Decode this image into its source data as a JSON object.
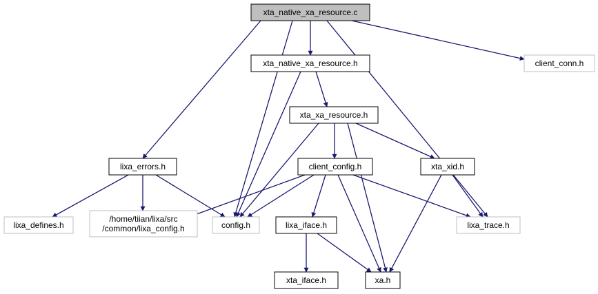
{
  "graph": {
    "colors": {
      "edge": "#191970",
      "root_fill": "#bfbfbf",
      "node_border": "#000000",
      "external_border": "#bfbfbf",
      "text": "#000000"
    },
    "nodes": [
      {
        "id": "root",
        "name": "node-xta-native-xa-resource-c",
        "lines": [
          "xta_native_xa_resource.c"
        ],
        "kind": "root"
      },
      {
        "id": "xnar_h",
        "name": "node-xta-native-xa-resource-h",
        "lines": [
          "xta_native_xa_resource.h"
        ],
        "kind": "normal"
      },
      {
        "id": "client_conn",
        "name": "node-client-conn-h",
        "lines": [
          "client_conn.h"
        ],
        "kind": "external"
      },
      {
        "id": "xxr_h",
        "name": "node-xta-xa-resource-h",
        "lines": [
          "xta_xa_resource.h"
        ],
        "kind": "normal"
      },
      {
        "id": "lixa_errors",
        "name": "node-lixa-errors-h",
        "lines": [
          "lixa_errors.h"
        ],
        "kind": "normal"
      },
      {
        "id": "client_config",
        "name": "node-client-config-h",
        "lines": [
          "client_config.h"
        ],
        "kind": "normal"
      },
      {
        "id": "xta_xid",
        "name": "node-xta-xid-h",
        "lines": [
          "xta_xid.h"
        ],
        "kind": "normal"
      },
      {
        "id": "lixa_defines",
        "name": "node-lixa-defines-h",
        "lines": [
          "lixa_defines.h"
        ],
        "kind": "external"
      },
      {
        "id": "lixa_config",
        "name": "node-lixa-config-h",
        "lines": [
          "/home/tiian/lixa/src",
          "/common/lixa_config.h"
        ],
        "kind": "external"
      },
      {
        "id": "config",
        "name": "node-config-h",
        "lines": [
          "config.h"
        ],
        "kind": "external"
      },
      {
        "id": "lixa_iface",
        "name": "node-lixa-iface-h",
        "lines": [
          "lixa_iface.h"
        ],
        "kind": "normal"
      },
      {
        "id": "lixa_trace",
        "name": "node-lixa-trace-h",
        "lines": [
          "lixa_trace.h"
        ],
        "kind": "external"
      },
      {
        "id": "xta_iface",
        "name": "node-xta-iface-h",
        "lines": [
          "xta_iface.h"
        ],
        "kind": "normal"
      },
      {
        "id": "xa",
        "name": "node-xa-h",
        "lines": [
          "xa.h"
        ],
        "kind": "normal"
      }
    ],
    "edges": [
      {
        "from": "root",
        "to": "xnar_h"
      },
      {
        "from": "root",
        "to": "client_conn"
      },
      {
        "from": "root",
        "to": "lixa_errors"
      },
      {
        "from": "root",
        "to": "config"
      },
      {
        "from": "root",
        "to": "lixa_trace"
      },
      {
        "from": "xnar_h",
        "to": "xxr_h"
      },
      {
        "from": "xnar_h",
        "to": "config"
      },
      {
        "from": "xxr_h",
        "to": "client_config"
      },
      {
        "from": "xxr_h",
        "to": "xta_xid"
      },
      {
        "from": "xxr_h",
        "to": "config"
      },
      {
        "from": "xxr_h",
        "to": "xa"
      },
      {
        "from": "lixa_errors",
        "to": "lixa_defines"
      },
      {
        "from": "lixa_errors",
        "to": "lixa_config"
      },
      {
        "from": "lixa_errors",
        "to": "config"
      },
      {
        "from": "client_config",
        "to": "lixa_config"
      },
      {
        "from": "client_config",
        "to": "config"
      },
      {
        "from": "client_config",
        "to": "lixa_iface"
      },
      {
        "from": "client_config",
        "to": "xa"
      },
      {
        "from": "client_config",
        "to": "lixa_trace"
      },
      {
        "from": "xta_xid",
        "to": "lixa_trace"
      },
      {
        "from": "xta_xid",
        "to": "xa"
      },
      {
        "from": "lixa_iface",
        "to": "xta_iface"
      },
      {
        "from": "lixa_iface",
        "to": "xa"
      }
    ]
  }
}
